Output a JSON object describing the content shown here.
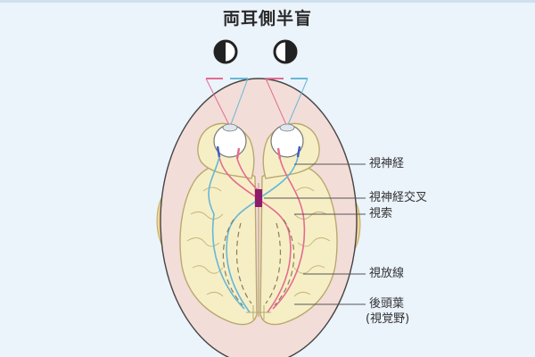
{
  "title": "両耳側半盲",
  "labels": {
    "optic_nerve": "視神経",
    "optic_chiasm": "視神経交叉",
    "optic_tract": "視索",
    "optic_radiation": "視放線",
    "occipital_lobe": "後頭葉",
    "visual_cortex": "(視覚野)"
  },
  "colors": {
    "background": "#ebf3fb",
    "scalp": "#f3ddd8",
    "brain": "#f6efc6",
    "brain_outline": "#b9a86e",
    "left_pathway": "#e56b91",
    "right_pathway": "#67b7d8",
    "blue_nerve": "#3e5cc9",
    "chiasm_lesion": "#8d1a6b",
    "label_text": "#333333"
  }
}
